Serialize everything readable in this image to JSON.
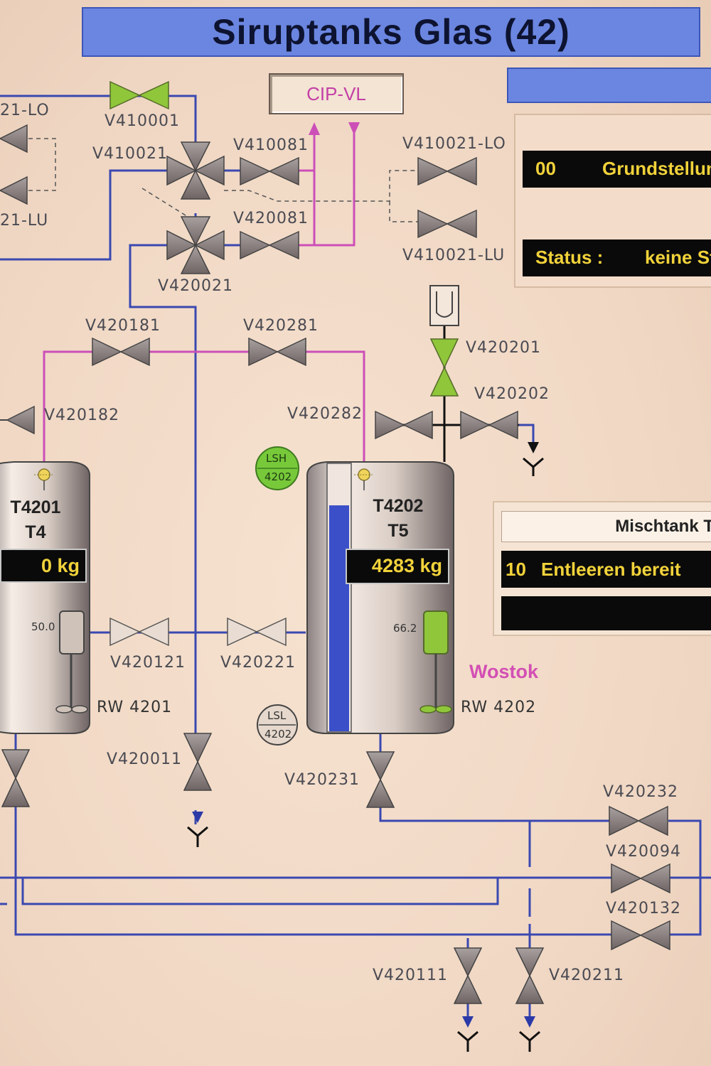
{
  "header": {
    "title": "Siruptanks Glas (42)"
  },
  "cip": {
    "label": "CIP-VL"
  },
  "status_panel": {
    "code": "00",
    "mode": "Grundstellun",
    "status_label": "Status :",
    "status_value": "keine St"
  },
  "mischtank": {
    "title": "Mischtank T",
    "step_code": "10",
    "step_text": "Entleeren bereit",
    "empty_line": ""
  },
  "product_label": "Wostok",
  "tanks": [
    {
      "id": "T4201",
      "name": "T4",
      "weight": "0 kg",
      "agitator": "RW 4201",
      "speed": "50.0"
    },
    {
      "id": "T4202",
      "name": "T5",
      "weight": "4283 kg",
      "agitator": "RW 4202",
      "speed": "66.2"
    }
  ],
  "sensors": {
    "lsh": {
      "tag": "LSH",
      "num": "4202"
    },
    "lsl": {
      "tag": "LSL",
      "num": "4202"
    }
  },
  "valves": {
    "v410001": "V410001",
    "v410021": "V410021",
    "v410081": "V410081",
    "v420081": "V420081",
    "v420021": "V420021",
    "v410021_lo": "V410021-LO",
    "v410021_lu": "V410021-LU",
    "left_lo": "21-LO",
    "left_lu": "21-LU",
    "v420181": "V420181",
    "v420281": "V420281",
    "v420182": "V420182",
    "v420282": "V420282",
    "v420201": "V420201",
    "v420202": "V420202",
    "v420121": "V420121",
    "v420221": "V420221",
    "v420011": "V420011",
    "v420231": "V420231",
    "v420232": "V420232",
    "v420094": "V420094",
    "v420132": "V420132",
    "v420111": "V420111",
    "v420211": "V420211"
  },
  "colors": {
    "process_line": "#3a48b0",
    "cip_line": "#cc4fb8",
    "valve_open": "#8fc63a",
    "valve_closed": "#9e9090",
    "tank_level": "#3a4fc8",
    "title_bar": "#6b86e0"
  },
  "tank2_level_fraction": 0.85
}
